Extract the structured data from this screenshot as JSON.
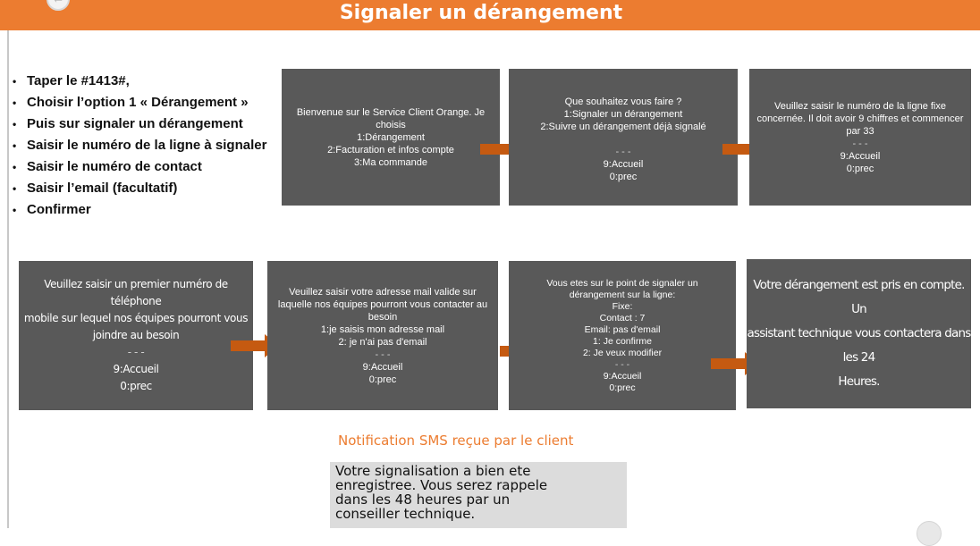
{
  "header": {
    "title": "Signaler un dérangement"
  },
  "steps": [
    "Taper le #1413#,",
    "Choisir l’option 1 « Dérangement »",
    "Puis sur signaler un dérangement",
    "Saisir le numéro de la ligne à signaler",
    "Saisir le numéro de contact",
    "Saisir l’email (facultatif)",
    "Confirmer"
  ],
  "screens": {
    "s1": {
      "lines": [
        "Bienvenue sur le Service Client Orange. Je",
        "choisis",
        "1:Dérangement",
        "2:Facturation et infos compte",
        "3:Ma commande"
      ]
    },
    "s2": {
      "lines": [
        "Que souhaitez vous faire ?",
        "1:Signaler un dérangement",
        "2:Suivre un dérangement déjà signalé",
        "",
        "- - -",
        "9:Accueil",
        "0:prec"
      ]
    },
    "s3": {
      "lines": [
        "Veuillez saisir le numéro de la ligne fixe",
        "concernée. Il doit avoir 9 chiffres et commencer",
        "par 33",
        "- - -",
        "9:Accueil",
        "0:prec"
      ]
    },
    "s4": {
      "lines": [
        "Veuillez saisir un premier numéro de téléphone",
        "mobile sur lequel nos équipes pourront vous",
        "joindre au besoin",
        "- - -",
        "9:Accueil",
        "0:prec"
      ]
    },
    "s5": {
      "lines": [
        "Veuillez saisir votre adresse mail valide sur",
        "laquelle nos équipes pourront vous contacter au",
        "besoin",
        "1:je saisis mon adresse mail",
        "2: je n'ai pas d'email",
        "- - -",
        "9:Accueil",
        "0:prec"
      ]
    },
    "s6": {
      "lines": [
        "Vous etes sur le point de signaler un",
        "dérangement sur la ligne:",
        "Fixe:",
        "Contact : 7",
        "Email:  pas d'email",
        "1: Je confirme",
        "2: Je veux modifier",
        "- - -",
        "9:Accueil",
        "0:prec"
      ]
    },
    "s7": {
      "lines": [
        "Votre dérangement est pris en compte. Un",
        "assistant technique vous contactera dans les  24",
        "Heures."
      ]
    }
  },
  "sms": {
    "title": "Notification SMS reçue par le client",
    "lines": [
      "Votre signalisation a bien ete",
      "enregistree. Vous serez rappele",
      "dans les 48 heures par un",
      "conseiller technique."
    ]
  },
  "colors": {
    "accent": "#ec7c30",
    "screen_bg": "#595959",
    "arrow": "#c55a11"
  },
  "icons": {
    "back": "back-arrow-icon",
    "bullet": "bullet-icon",
    "step_arrow": "right-arrow-icon"
  }
}
